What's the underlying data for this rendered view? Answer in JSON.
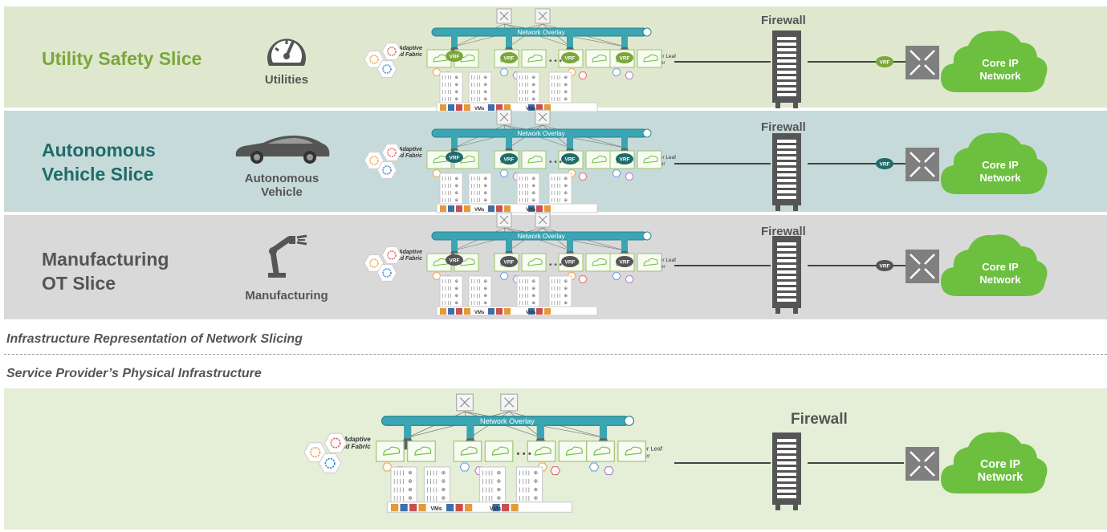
{
  "slices": [
    {
      "title": "Utility Safety Slice",
      "icon": "speedometer-icon",
      "icon_label": "Utilities",
      "color": "#7ba63a",
      "bg": "#dfe8ce"
    },
    {
      "title": "Autonomous Vehicle Slice",
      "title_lines": [
        "Autonomous",
        "Vehicle Slice"
      ],
      "icon": "car-icon",
      "icon_label_lines": [
        "Autonomous",
        "Vehicle"
      ],
      "color": "#1f6b6b",
      "bg": "#c6dbd9"
    },
    {
      "title": "Manufacturing OT Slice",
      "title_lines": [
        "Manufacturing",
        "OT Slice"
      ],
      "icon": "robot-arm-icon",
      "icon_label": "Manufacturing",
      "color": "#555555",
      "bg": "#d9d9d9"
    }
  ],
  "fabric": {
    "overlay_label": "Network Overlay",
    "adaptive_lines": [
      "Adaptive",
      "Cloud Fabric"
    ],
    "border_lines": [
      "Border Leaf",
      "Cluster"
    ],
    "vrf_label": "VRF",
    "vms_label": "VMs",
    "server_row": "|||| ⊕"
  },
  "firewall_label": "Firewall",
  "core_lines": [
    "Core IP",
    "Network"
  ],
  "captions": {
    "infrastructure": "Infrastructure Representation of Network Slicing",
    "physical": "Service Provider’s Physical Infrastructure"
  },
  "colors": {
    "cloud": "#6cbf3f",
    "fabric_pipe": "#3ba5b3",
    "firewall": "#555555",
    "router": "#7f7f7f"
  }
}
